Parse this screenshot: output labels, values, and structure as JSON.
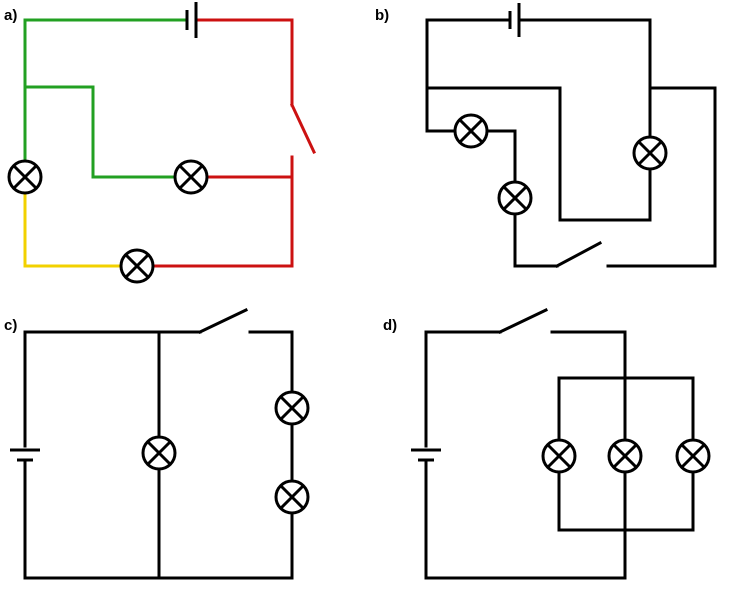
{
  "panels": {
    "a": {
      "label": "a)"
    },
    "b": {
      "label": "b)"
    },
    "c": {
      "label": "c)"
    },
    "d": {
      "label": "d)"
    }
  },
  "colors": {
    "wire": "#000000",
    "green": "#22a022",
    "red": "#cc1111",
    "yellow": "#f2d100",
    "background": "#ffffff"
  },
  "components": {
    "lamp_symbol": "circle-with-cross",
    "battery_symbol": "long-short-plates",
    "switch_symbol": "open-switch"
  }
}
